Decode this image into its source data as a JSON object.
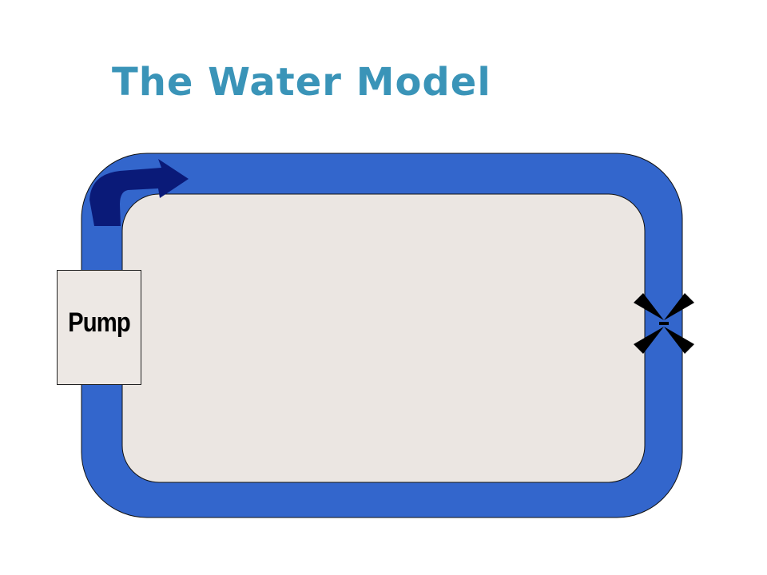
{
  "title": "The Water Model",
  "pump": {
    "label": "Pump"
  },
  "colors": {
    "title": "#3a94b8",
    "pipe": "#3366cc",
    "interior": "#ebe6e2",
    "arrow": "#0a1a78",
    "valve": "#000000"
  },
  "icons": {
    "flow": "curved-arrow-right",
    "valve": "x-shaped-valve"
  }
}
